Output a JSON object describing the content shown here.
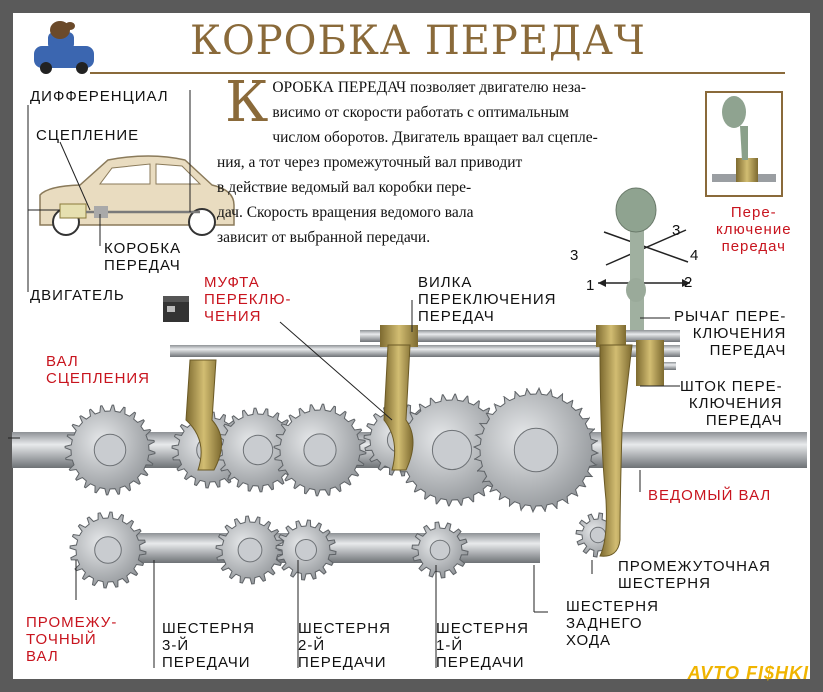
{
  "title": "КОРОБКА ПЕРЕДАЧ",
  "intro": {
    "dropcap": "К",
    "lines": [
      "ОРОБКА ПЕРЕДАЧ позволяет двигателю неза-",
      "висимо от скорости работать с оптимальным",
      "числом оборотов. Двигатель вращает вал сцепле-",
      "ния, а тот через промежуточный вал приводит",
      "в действие ведомый вал коробки пере-",
      "дач. Скорость вращения ведомого вала",
      "зависит от выбранной передачи."
    ]
  },
  "labels": {
    "differential": "ДИФФЕРЕНЦИАЛ",
    "clutch": "СЦЕПЛЕНИЕ",
    "gearbox": "КОРОБКА\nПЕРЕДАЧ",
    "engine": "ДВИГАТЕЛЬ",
    "shift_sleeve": "МУФТА\nПЕРЕКЛЮ-\nЧЕНИЯ",
    "shift_fork": "ВИЛКА\nПЕРЕКЛЮЧЕНИЯ\nПЕРЕДАЧ",
    "shift_lever": "РЫЧАГ ПЕРЕ-\nКЛЮЧЕНИЯ\nПЕРЕДАЧ",
    "shift_rod": "ШТОК ПЕРЕ-\nКЛЮЧЕНИЯ\nПЕРЕДАЧ",
    "clutch_shaft": "ВАЛ\nСЦЕПЛЕНИЯ",
    "output_shaft": "ВЕДОМЫЙ ВАЛ",
    "idler_gear": "ПРОМЕЖУТОЧНАЯ\nШЕСТЕРНЯ",
    "reverse_gear": "ШЕСТЕРНЯ\nЗАДНЕГО\nХОДА",
    "countershaft": "ПРОМЕЖУ-\nТОЧНЫЙ\nВАЛ",
    "gear3": "ШЕСТЕРНЯ\n3-Й\nПЕРЕДАЧИ",
    "gear2": "ШЕСТЕРНЯ\n2-Й\nПЕРЕДАЧИ",
    "gear1": "ШЕСТЕРНЯ\n1-Й\nПЕРЕДАЧИ",
    "gear_shifting": "Пере-\nключение\nпередач"
  },
  "shift_pattern": {
    "n1": "1",
    "n2": "2",
    "n3": "3",
    "n4": "4",
    "n3b": "3"
  },
  "watermark": "AVTO FI$HKI",
  "colors": {
    "accent_brown": "#8a6a3a",
    "label_red": "#c8141e",
    "metal": "#b8bcc0",
    "brass": "#b59a4a"
  }
}
